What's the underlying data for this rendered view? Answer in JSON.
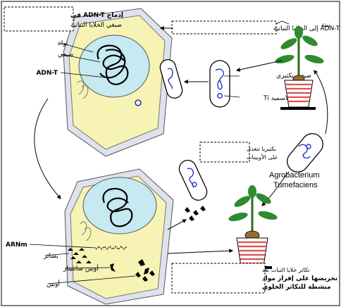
{
  "labels": {
    "insertion_box_line1": "إدماج ADN-T في",
    "insertion_box_line2": "صبغي الخلايا النباتية",
    "nucleus": "نواة",
    "chromosome": "صبغي",
    "adn_t": "ADN-T",
    "transfer_box": "نقل ADN-T إلى الخلايا النباتية",
    "plant": "نبتة",
    "bacterial_chromosome": "صبغي بكتيري",
    "ti_plasmid": "بلاسميد Ti",
    "bacteria_feed_line1": "بكتيريا تتغذى",
    "bacteria_feed_line2": "على الأوبينات",
    "species_line1": "Agrobacterium",
    "species_line2": "Tumefaciens",
    "arnm": "ARNm",
    "ribosomes": "بشائر",
    "opine_synthase": "أوبين سانثيتاز",
    "opine": "أوبين",
    "proliferation_line1": "تكاثر خلايا النبات بعد",
    "proliferation_line2": "تحريضها على إفراز مواد",
    "proliferation_line3": "منشطة للتكاثر الخلوي"
  },
  "colors": {
    "cytoplasm": "#f7f3b4",
    "cell_wall": "#dde2ec",
    "nucleus": "#c6e9f2",
    "pot_stripes": "#e05050",
    "leaves": "#2e8b2e",
    "plasmid": "#2233cc"
  }
}
